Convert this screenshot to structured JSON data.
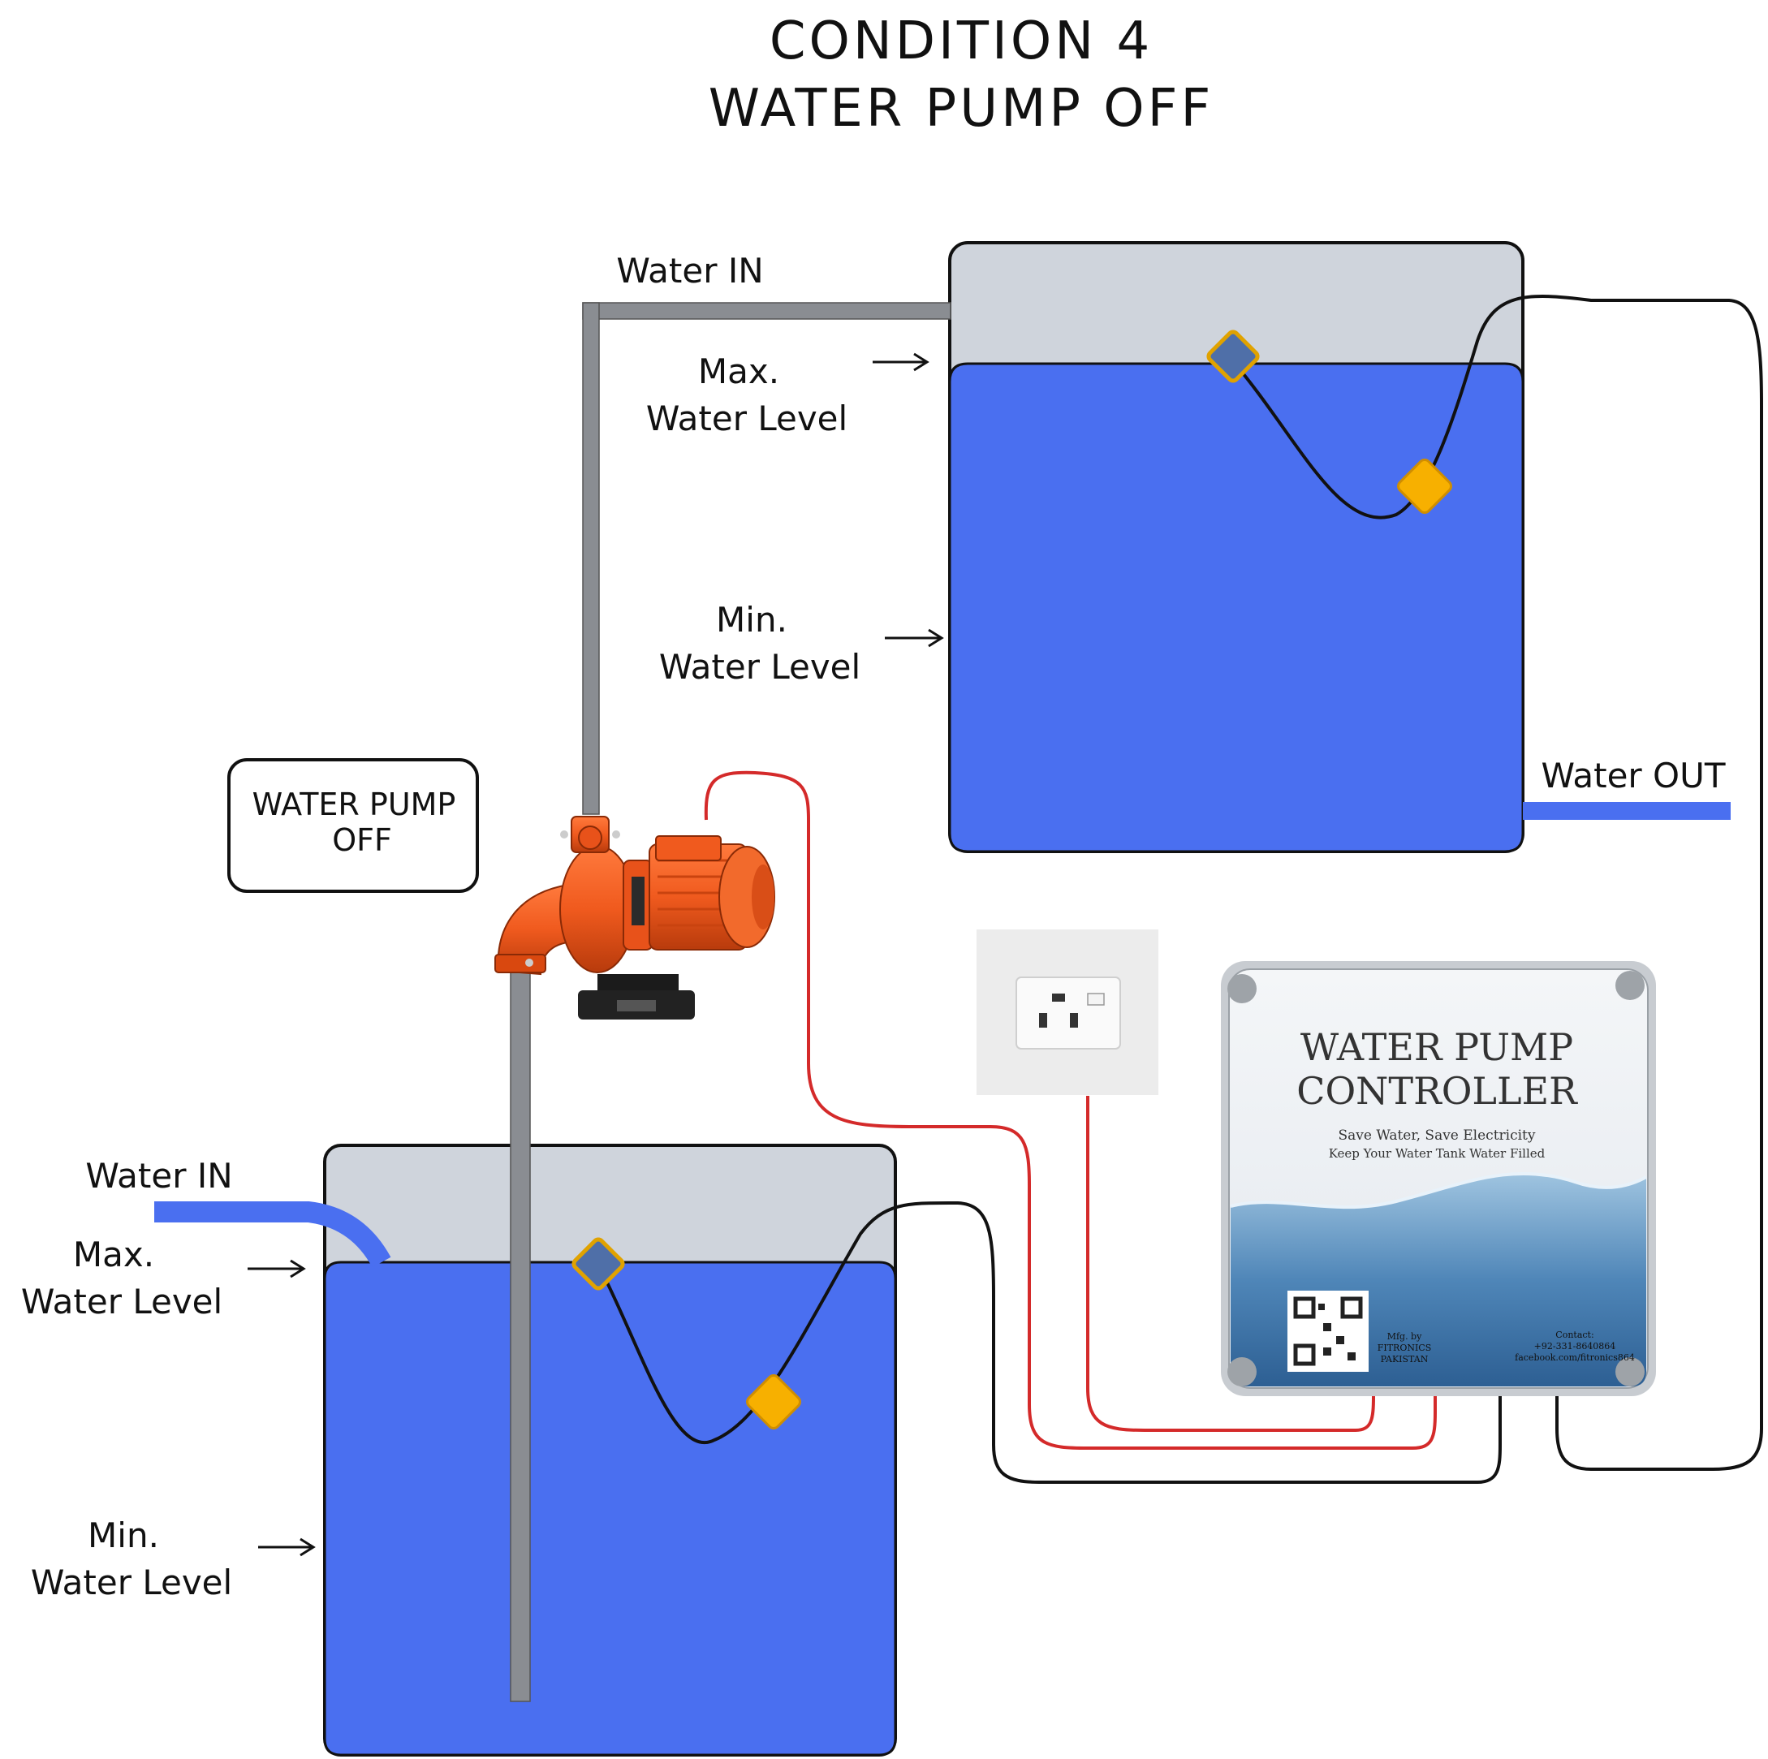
{
  "title": {
    "line1": "CONDITION 4",
    "line2": "WATER PUMP OFF"
  },
  "status_box": {
    "line1": "WATER PUMP",
    "line2": "OFF"
  },
  "upper_tank": {
    "water_in": "Water IN",
    "max_line1": "Max.",
    "max_line2": "Water Level",
    "min_line1": "Min.",
    "min_line2": "Water Level",
    "water_out": "Water OUT"
  },
  "lower_tank": {
    "water_in": "Water IN",
    "max_line1": "Max.",
    "max_line2": "Water Level",
    "min_line1": "Min.",
    "min_line2": "Water Level"
  },
  "controller": {
    "title_line1": "WATER PUMP",
    "title_line2": "CONTROLLER",
    "tag_line1": "Save Water, Save Electricity",
    "tag_line2": "Keep Your Water Tank Water Filled",
    "mfg_line1": "Mfg. by",
    "mfg_line2": "FITRONICS",
    "mfg_line3": "PAKISTAN",
    "contact_line1": "Contact:",
    "contact_line2": "+92-331-8640864",
    "contact_line3": "facebook.com/fitronics864"
  },
  "colors": {
    "water": "#4a6ff0",
    "tank_air": "#cfd4dc",
    "pipe": "#8a8d92",
    "pump": "#f05a1e",
    "float_max": "#4f6fa8",
    "float_min": "#f7b000",
    "power_wire": "#d42a2a",
    "sensor_wire": "#111111"
  },
  "icons": [
    "water-pump-icon",
    "wall-socket-icon",
    "float-switch-icon",
    "qr-code-icon"
  ]
}
